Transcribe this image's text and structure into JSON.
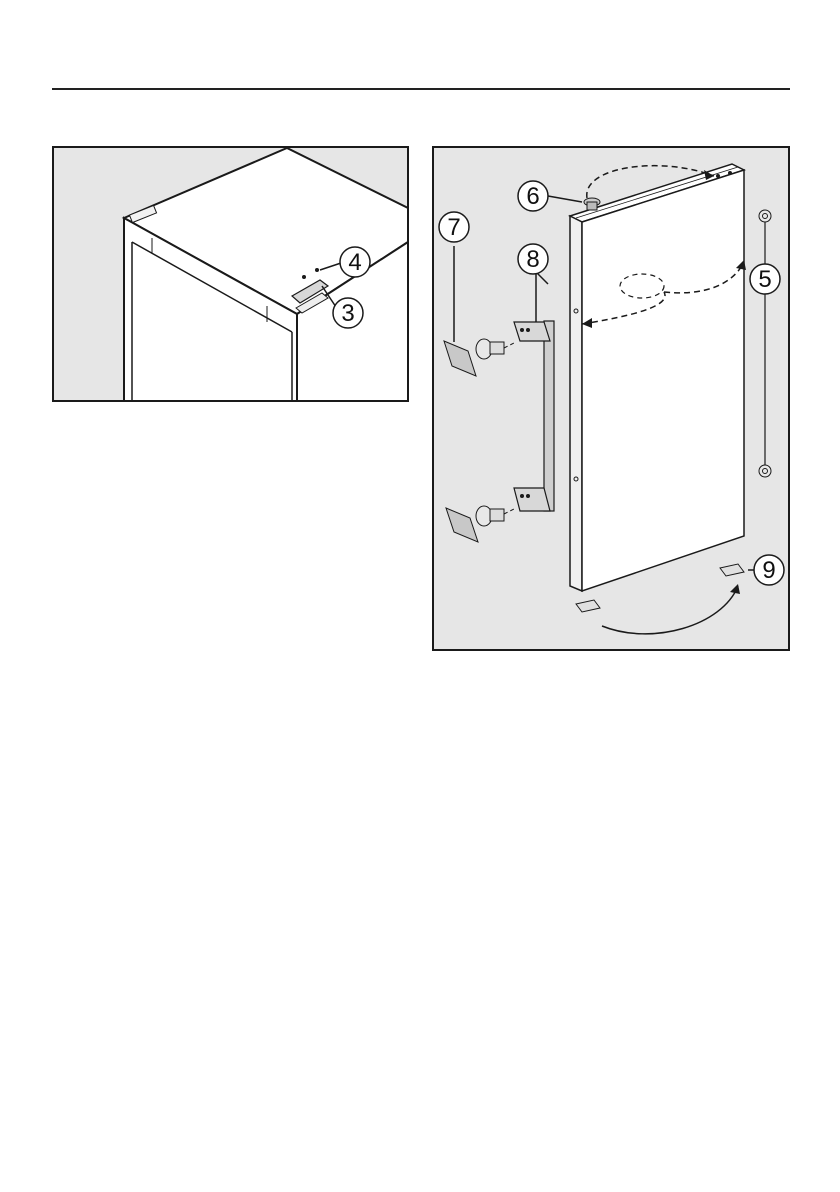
{
  "figure_left": {
    "callouts": [
      {
        "id": "callout-4",
        "number": "4"
      },
      {
        "id": "callout-3",
        "number": "3"
      }
    ]
  },
  "figure_right": {
    "callouts": [
      {
        "id": "callout-6",
        "number": "6"
      },
      {
        "id": "callout-7",
        "number": "7"
      },
      {
        "id": "callout-8",
        "number": "8"
      },
      {
        "id": "callout-5",
        "number": "5"
      },
      {
        "id": "callout-9",
        "number": "9"
      }
    ]
  },
  "colors": {
    "panel_bg": "#e6e6e6",
    "line": "#1a1a1a",
    "appliance_face": "#ffffff"
  }
}
